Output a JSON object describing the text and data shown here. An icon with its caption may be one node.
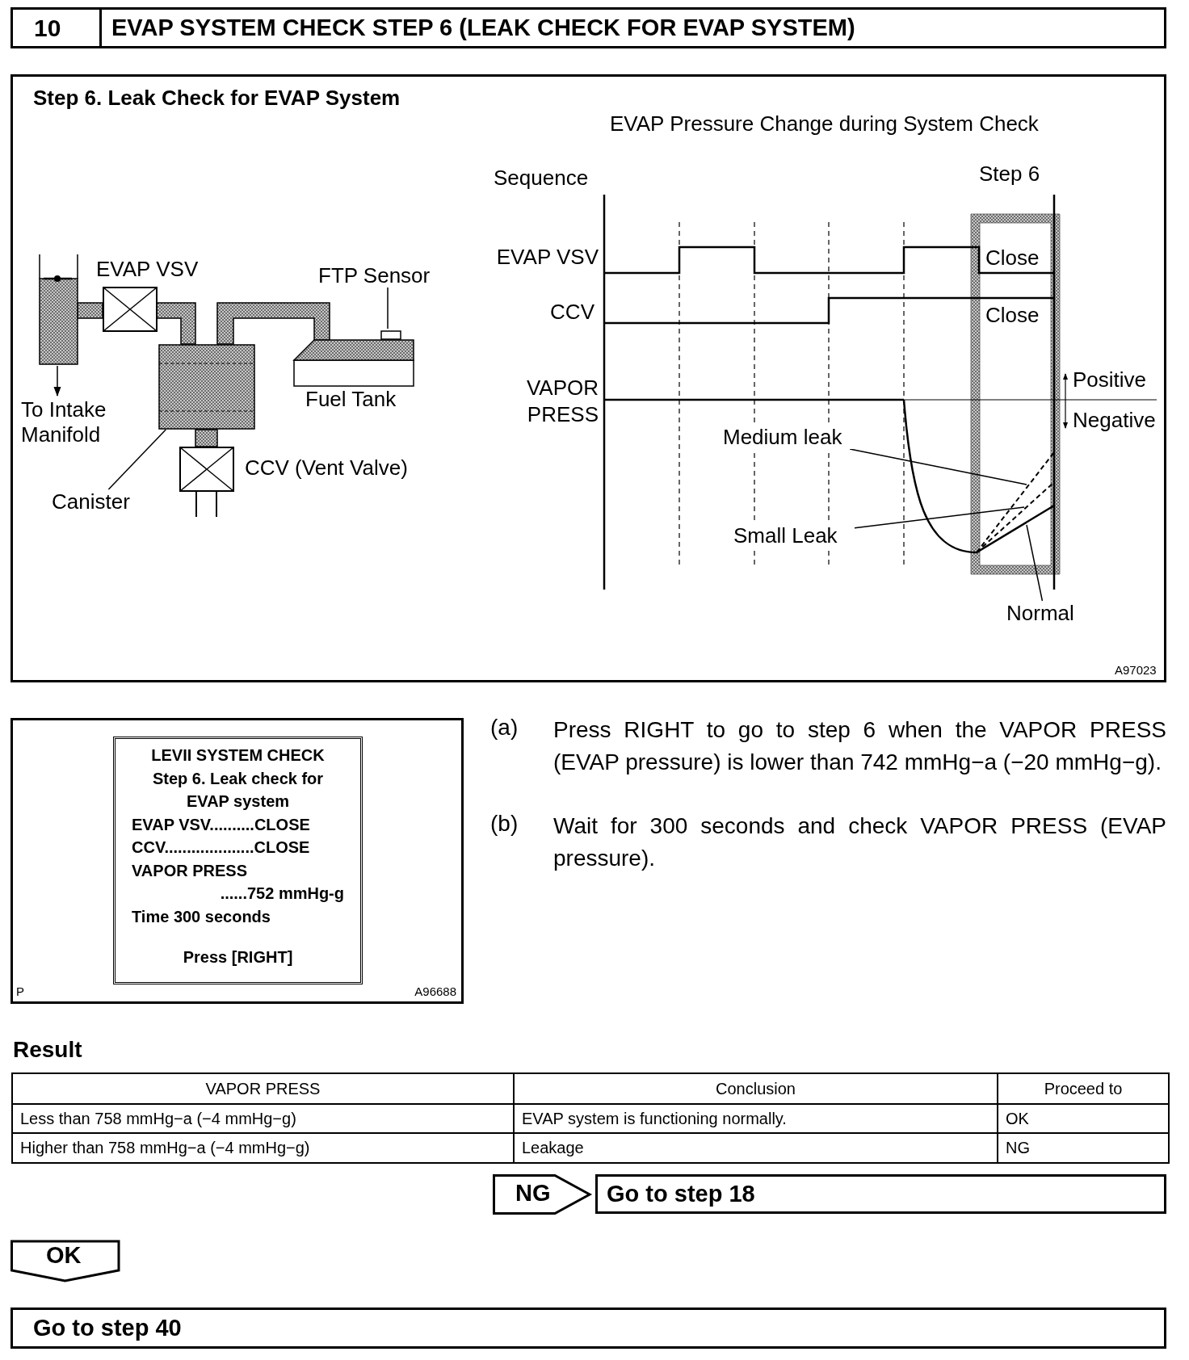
{
  "diagram": {
    "nodes": [
      {
        "text": [
          "10",
          "EVAP SYSTEM CHECK STEP 6 (LEAK CHECK FOR EVAP SYSTEM)"
        ]
      },
      {
        "text": [
          "Step 6. Leak Check for EVAP System"
        ]
      },
      {
        "text": [],
        "shape": "bar",
        "in": 1
      },
      {
        "text": [
          "To Intake Manifold"
        ],
        "in": 1
      },
      {
        "text": [
          "EVAP VSV"
        ],
        "in": 1
      },
      {
        "text": [],
        "shape": "box",
        "in": 1
      },
      {
        "text": [
          "Canister"
        ],
        "in": 1
      },
      {
        "text": [
          "Fuel Tank"
        ],
        "in": 1
      },
      {
        "text": [],
        "shape": "box",
        "in": 1
      },
      {
        "text": [
          "FTP Sensor"
        ],
        "in": 1
      },
      {
        "text": [
          "CCV (Vent Valve)"
        ],
        "in": 1
      },
      {
        "text": [
          "Medium leak"
        ],
        "in": 1
      },
      {
        "text": [
          "Small Leak"
        ],
        "in": 1
      },
      {
        "text": [
          "Normal"
        ],
        "in": 1
      },
      {
        "text": [
          "P",
          "A96688"
        ]
      },
      {
        "text": [
          "LEVII SYSTEM CHECK",
          "Step 6. Leak check for EVAP system",
          "EVAP VSV..........CLOSE",
          "CCV....................CLOSE",
          "VAPOR PRESS",
          "......752 mmHg-g",
          "Time 300 seconds",
          "Press [RIGHT]"
        ],
        "in": 14
      },
      {
        "text": [
          "NG"
        ]
      },
      {
        "text": [
          "Go to step 18"
        ]
      },
      {
        "text": [
          "OK"
        ]
      },
      {
        "text": [
          "Go to step 40"
        ]
      }
    ],
    "edges": [
      {
        "from": 2,
        "to": 3,
        "arrow": "to"
      },
      {
        "from": 6,
        "to": 5,
        "arrow": "none"
      },
      {
        "from": 9,
        "to": 8,
        "arrow": "none"
      },
      {
        "from": 11,
        "to": null,
        "arrow": "none"
      },
      {
        "from": 12,
        "to": null,
        "arrow": "none"
      },
      {
        "from": 13,
        "to": null,
        "arrow": "none"
      }
    ],
    "labels": [
      "EVAP Pressure Change during System Check",
      "Sequence",
      "Step 6",
      "EVAP VSV",
      "Close",
      "CCV",
      "Close",
      "VAPOR PRESS",
      "Positive",
      "Negative",
      "A97023",
      "(a)",
      "Press RIGHT to go to step 6 when the VAPOR PRESS (EVAP pressure) is lower than 742 mmHg−a (−20 mmHg−g).",
      "(b)",
      "Wait for 300 seconds and check VAPOR PRESS (EVAP pressure).",
      "Result",
      "VAPOR PRESS",
      "Conclusion",
      "Proceed to",
      "Less than 758 mmHg−a (−4 mmHg−g)",
      "EVAP system is functioning normally.",
      "OK",
      "Higher than 758 mmHg−a (−4 mmHg−g)",
      "Leakage",
      "NG"
    ]
  }
}
